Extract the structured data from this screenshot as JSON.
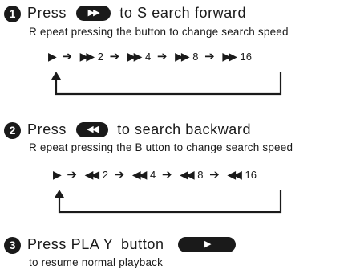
{
  "step1": {
    "number": "1",
    "prefix": "Press",
    "button_icon": "fast-forward-icon",
    "button_glyph": "▶▶",
    "suffix": "to S earch forward",
    "subtitle": "R epeat pressing the button to change search speed",
    "chain_glyph": "▶▶",
    "chain_start_glyph": "▶",
    "speeds": [
      "2",
      "4",
      "8",
      "16"
    ]
  },
  "step2": {
    "number": "2",
    "prefix": "Press",
    "button_icon": "rewind-icon",
    "button_glyph": "◀◀",
    "suffix": "to search backward",
    "subtitle": "R epeat pressing the B utton to change search speed",
    "chain_glyph": "◀◀",
    "chain_start_glyph": "▶",
    "speeds": [
      "2",
      "4",
      "8",
      "16"
    ]
  },
  "step3": {
    "number": "3",
    "prefix": "Press PLA Y",
    "suffix": "button",
    "button_icon": "play-icon",
    "button_glyph": "▶",
    "subtitle": "to resume normal playback"
  },
  "arrow_glyph": "➔",
  "colors": {
    "ink": "#1a1a1a",
    "button_text": "#ffffff"
  }
}
